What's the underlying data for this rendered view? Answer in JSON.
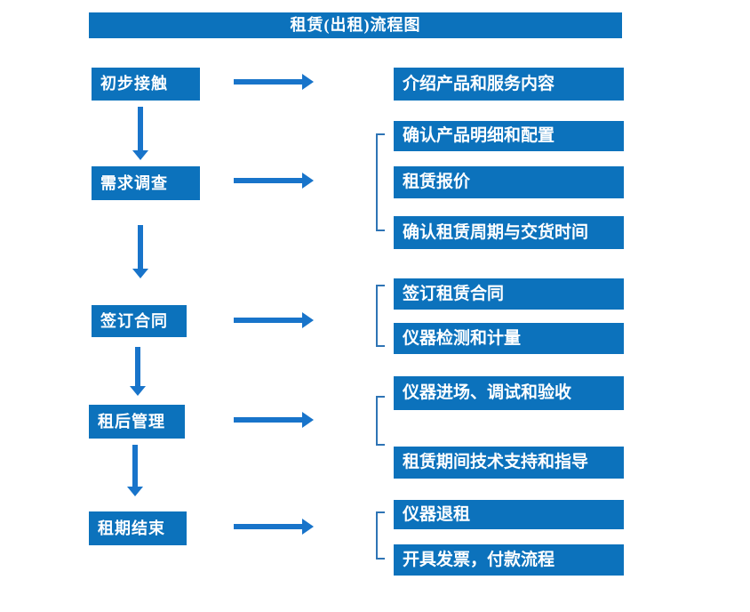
{
  "title": "租赁(出租)流程图",
  "colors": {
    "box_blue": "#0C72BC",
    "arrow_blue": "#1874CA",
    "bracket_blue": "#2E74B5",
    "text_white": "#FFFFFF"
  },
  "steps": [
    {
      "label": "初步接触",
      "outputs": [
        "介绍产品和服务内容"
      ]
    },
    {
      "label": "需求调查",
      "outputs": [
        "确认产品明细和配置",
        "租赁报价",
        "确认租赁周期与交货时间"
      ]
    },
    {
      "label": "签订合同",
      "outputs": [
        "签订租赁合同",
        "仪器检测和计量"
      ]
    },
    {
      "label": "租后管理",
      "outputs": [
        "仪器进场、调试和验收",
        "租赁期间技术支持和指导"
      ]
    },
    {
      "label": "租期结束",
      "outputs": [
        "仪器退租",
        "开具发票，付款流程"
      ]
    }
  ]
}
